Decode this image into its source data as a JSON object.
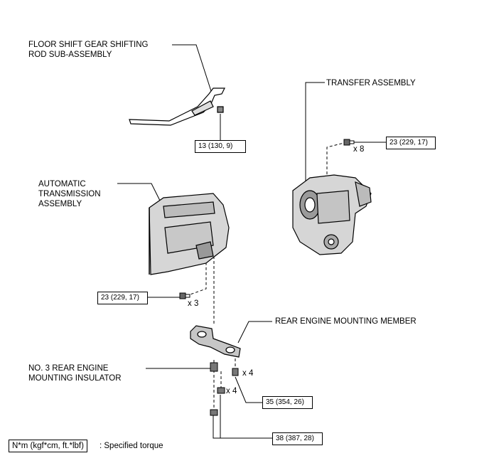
{
  "labels": {
    "floor_shift": "FLOOR SHIFT GEAR SHIFTING\nROD SUB-ASSEMBLY",
    "transfer": "TRANSFER ASSEMBLY",
    "automatic": "AUTOMATIC\nTRANSMISSION\nASSEMBLY",
    "rear_member": "REAR ENGINE MOUNTING MEMBER",
    "no3_insulator": "NO. 3 REAR ENGINE\nMOUNTING INSULATOR"
  },
  "torques": {
    "shift_rod_nut": "13 (130, 9)",
    "transfer_bolt": "23 (229, 17)",
    "transmission_bolt": "23 (229, 17)",
    "member_bolt": "35 (354, 26)",
    "insulator_nut": "38 (387, 28)"
  },
  "quantities": {
    "transfer_bolt": "x 8",
    "transmission_bolt": "x 3",
    "member_bolt": "x 4",
    "insulator_nut": "x 4"
  },
  "legend": {
    "unit": "N*m (kgf*cm, ft.*lbf)",
    "desc": ": Specified torque"
  }
}
